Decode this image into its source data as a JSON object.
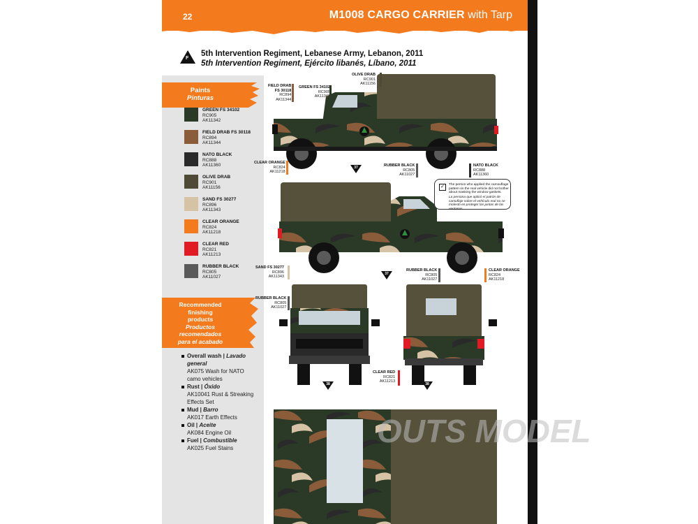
{
  "header": {
    "page_number": "22",
    "title": "M1008 CARGO CARRIER",
    "subtitle": "with Tarp"
  },
  "section": {
    "icon_letter": "F",
    "unit_en": "5th Intervention Regiment, Lebanese Army, Lebanon, 2011",
    "unit_es": "5th Intervention Regiment, Ejército libanés, Líbano, 2011"
  },
  "sidebar": {
    "paints_title": "Paints",
    "paints_title_es": "Pinturas",
    "paints": [
      {
        "name": "GREEN FS 34102",
        "rc": "RC905",
        "ak": "AK11342",
        "color": "#2b3a26"
      },
      {
        "name": "FIELD DRAB FS 30118",
        "rc": "RC894",
        "ak": "AK11344",
        "color": "#8a5c3a"
      },
      {
        "name": "NATO BLACK",
        "rc": "RC888",
        "ak": "AK11360",
        "color": "#2a2a2a"
      },
      {
        "name": "OLIVE DRAB",
        "rc": "RC901",
        "ak": "AK11156",
        "color": "#4f4a36"
      },
      {
        "name": "SAND FS 30277",
        "rc": "RC896",
        "ak": "AK11343",
        "color": "#d6c2a4"
      },
      {
        "name": "CLEAR ORANGE",
        "rc": "RC824",
        "ak": "AK11218",
        "color": "#f47a1e"
      },
      {
        "name": "CLEAR RED",
        "rc": "RC821",
        "ak": "AK11213",
        "color": "#e01b24"
      },
      {
        "name": "RUBBER BLACK",
        "rc": "RC805",
        "ak": "AK11027",
        "color": "#5a5a5a"
      }
    ],
    "finishing_title": [
      "Recommended",
      "finishing",
      "products"
    ],
    "finishing_title_es": [
      "Productos",
      "recomendados",
      "para el acabado"
    ],
    "finishing": [
      {
        "label": "Overall wash |",
        "label_es": "Lavado general",
        "product": "AK075 Wash for NATO camo vehicles"
      },
      {
        "label": "Rust |",
        "label_es": "Óxido",
        "product": "AK10041 Rust & Streaking Effects Set"
      },
      {
        "label": "Mud |",
        "label_es": "Barro",
        "product": "AK017 Earth Effects"
      },
      {
        "label": "Oil |",
        "label_es": "Aceite",
        "product": "AK084 Engine Oil"
      },
      {
        "label": "Fuel |",
        "label_es": "Combustible",
        "product": "AK025 Fuel Stains"
      }
    ]
  },
  "callouts": {
    "olive_top": {
      "name": "OLIVE DRAB",
      "rc": "RC901",
      "ak": "AK11156"
    },
    "field_drab_top": {
      "name1": "FIELD DRAB",
      "name2": "FS 30118",
      "rc": "RC894",
      "ak": "AK11344"
    },
    "green_top": {
      "name": "GREEN FS 34102",
      "rc": "RC905",
      "ak": "AK11342"
    },
    "clear_orange_left": {
      "name": "CLEAR ORANGE",
      "rc": "RC824",
      "ak": "AK11218"
    },
    "rubber_black_1": {
      "name": "RUBBER BLACK",
      "rc": "RC805",
      "ak": "AK11027"
    },
    "nato_black_1": {
      "name": "NATO BLACK",
      "rc": "RC888",
      "ak": "AK11360"
    },
    "sand_2": {
      "name": "SAND FS 30277",
      "rc": "RC896",
      "ak": "AK11343"
    },
    "rubber_black_2": {
      "name": "RUBBER BLACK",
      "rc": "RC805",
      "ak": "AK11027"
    },
    "clear_orange_2": {
      "name": "CLEAR ORANGE",
      "rc": "RC824",
      "ak": "AK11218"
    },
    "rubber_black_front": {
      "name": "RUBBER BLACK",
      "rc": "RC805",
      "ak": "AK11027"
    },
    "clear_red_rear": {
      "name": "CLEAR RED",
      "rc": "RC821",
      "ak": "AK11213"
    }
  },
  "note": {
    "check": "✓",
    "text_en": "The person who applied the camouflage pattern on the real vehicle did not bother about masking the window gaskets.",
    "text_es": "La persona que aplicó el patrón de camuflaje sobre el vehículo real no se molestó en proteger las juntas de las ventanas."
  },
  "markers": {
    "m1": "37",
    "m2": "37",
    "m3": "38",
    "m4": "38"
  },
  "watermark": "OUTS MODEL"
}
